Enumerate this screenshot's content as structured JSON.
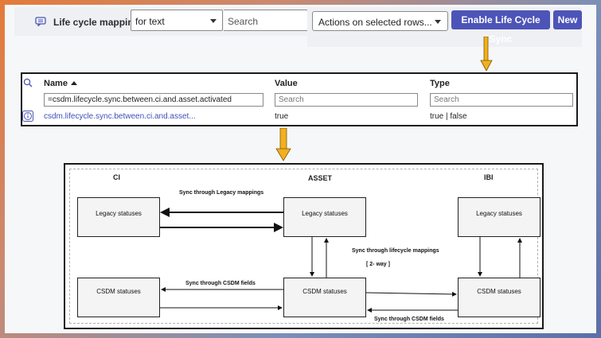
{
  "header": {
    "title": "Life cycle mappings",
    "filter_select": "for text",
    "search_placeholder": "Search",
    "actions_select": "Actions on selected rows...",
    "enable_sync_button": "Enable Life Cycle Sync",
    "new_button": "New"
  },
  "table": {
    "columns": [
      "Name",
      "Value",
      "Type"
    ],
    "filters": {
      "name": "=csdm.lifecycle.sync.between.ci.and.asset.activated",
      "value_placeholder": "Search",
      "type_placeholder": "Search"
    },
    "rows": [
      {
        "name": "csdm.lifecycle.sync.between.ci.and.asset...",
        "value": "true",
        "type": "true | false"
      }
    ]
  },
  "diagram": {
    "columns": [
      "CI",
      "ASSET",
      "IBI"
    ],
    "boxes": {
      "ci_legacy": "Legacy statuses",
      "asset_legacy": "Legacy statuses",
      "ibi_legacy": "Legacy statuses",
      "ci_csdm": "CSDM statuses",
      "asset_csdm": "CSDM statuses",
      "ibi_csdm": "CSDM statuses"
    },
    "labels": {
      "legacy_sync": "Sync through Legacy mappings",
      "lifecycle_sync": "Sync through lifecycle mappings",
      "two_way": "[ 2- way ]",
      "csdm_fields_left": "Sync through CSDM fields",
      "csdm_fields_right": "Sync through CSDM fields"
    }
  },
  "colors": {
    "accent_button": "#4d54b8",
    "link": "#3f51b5",
    "arrow": "#f2b01e"
  }
}
